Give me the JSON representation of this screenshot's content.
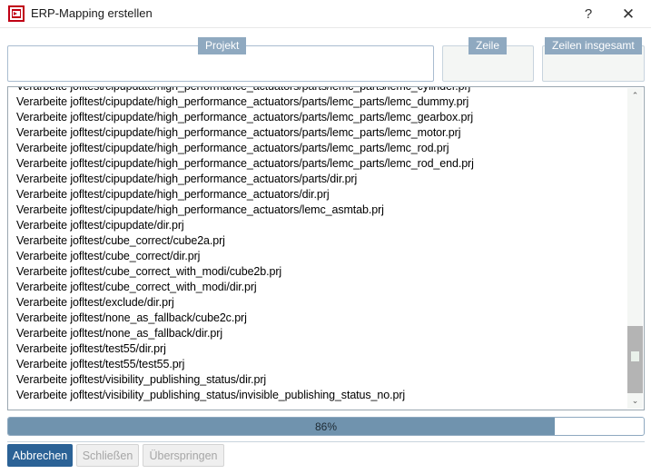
{
  "window": {
    "title": "ERP-Mapping erstellen",
    "icon": "erp-mapping-app-icon",
    "help_label": "?",
    "close_label": "✕"
  },
  "groups": {
    "projekt": {
      "label": "Projekt",
      "value": "",
      "enabled": true
    },
    "zeile": {
      "label": "Zeile",
      "value": "",
      "enabled": false
    },
    "zeilen_insgesamt": {
      "label": "Zeilen insgesamt",
      "value": "",
      "enabled": false
    }
  },
  "log": {
    "scroll_up_icon": "⌃",
    "scroll_down_icon": "⌄",
    "lines": [
      "Verarbeite jofltest/cipupdate/high_performance_actuators/parts/lemc_parts/lemc_cylinder.prj",
      "Verarbeite jofltest/cipupdate/high_performance_actuators/parts/lemc_parts/lemc_dummy.prj",
      "Verarbeite jofltest/cipupdate/high_performance_actuators/parts/lemc_parts/lemc_gearbox.prj",
      "Verarbeite jofltest/cipupdate/high_performance_actuators/parts/lemc_parts/lemc_motor.prj",
      "Verarbeite jofltest/cipupdate/high_performance_actuators/parts/lemc_parts/lemc_rod.prj",
      "Verarbeite jofltest/cipupdate/high_performance_actuators/parts/lemc_parts/lemc_rod_end.prj",
      "Verarbeite jofltest/cipupdate/high_performance_actuators/parts/dir.prj",
      "Verarbeite jofltest/cipupdate/high_performance_actuators/dir.prj",
      "Verarbeite jofltest/cipupdate/high_performance_actuators/lemc_asmtab.prj",
      "Verarbeite jofltest/cipupdate/dir.prj",
      "Verarbeite jofltest/cube_correct/cube2a.prj",
      "Verarbeite jofltest/cube_correct/dir.prj",
      "Verarbeite jofltest/cube_correct_with_modi/cube2b.prj",
      "Verarbeite jofltest/cube_correct_with_modi/dir.prj",
      "Verarbeite jofltest/exclude/dir.prj",
      "Verarbeite jofltest/none_as_fallback/cube2c.prj",
      "Verarbeite jofltest/none_as_fallback/dir.prj",
      "Verarbeite jofltest/test55/dir.prj",
      "Verarbeite jofltest/test55/test55.prj",
      "Verarbeite jofltest/visibility_publishing_status/dir.prj",
      "Verarbeite jofltest/visibility_publishing_status/invisible_publishing_status_no.prj"
    ]
  },
  "progress": {
    "percent": 86,
    "text": "86%",
    "fill_color": "#7093ae"
  },
  "buttons": {
    "cancel": {
      "label": "Abbrechen",
      "enabled": true
    },
    "close": {
      "label": "Schließen",
      "enabled": false
    },
    "skip": {
      "label": "Überspringen",
      "enabled": false
    }
  },
  "colors": {
    "accent": "#2b6296",
    "group_label_bg": "#8fa9c0",
    "progress": "#7093ae"
  }
}
